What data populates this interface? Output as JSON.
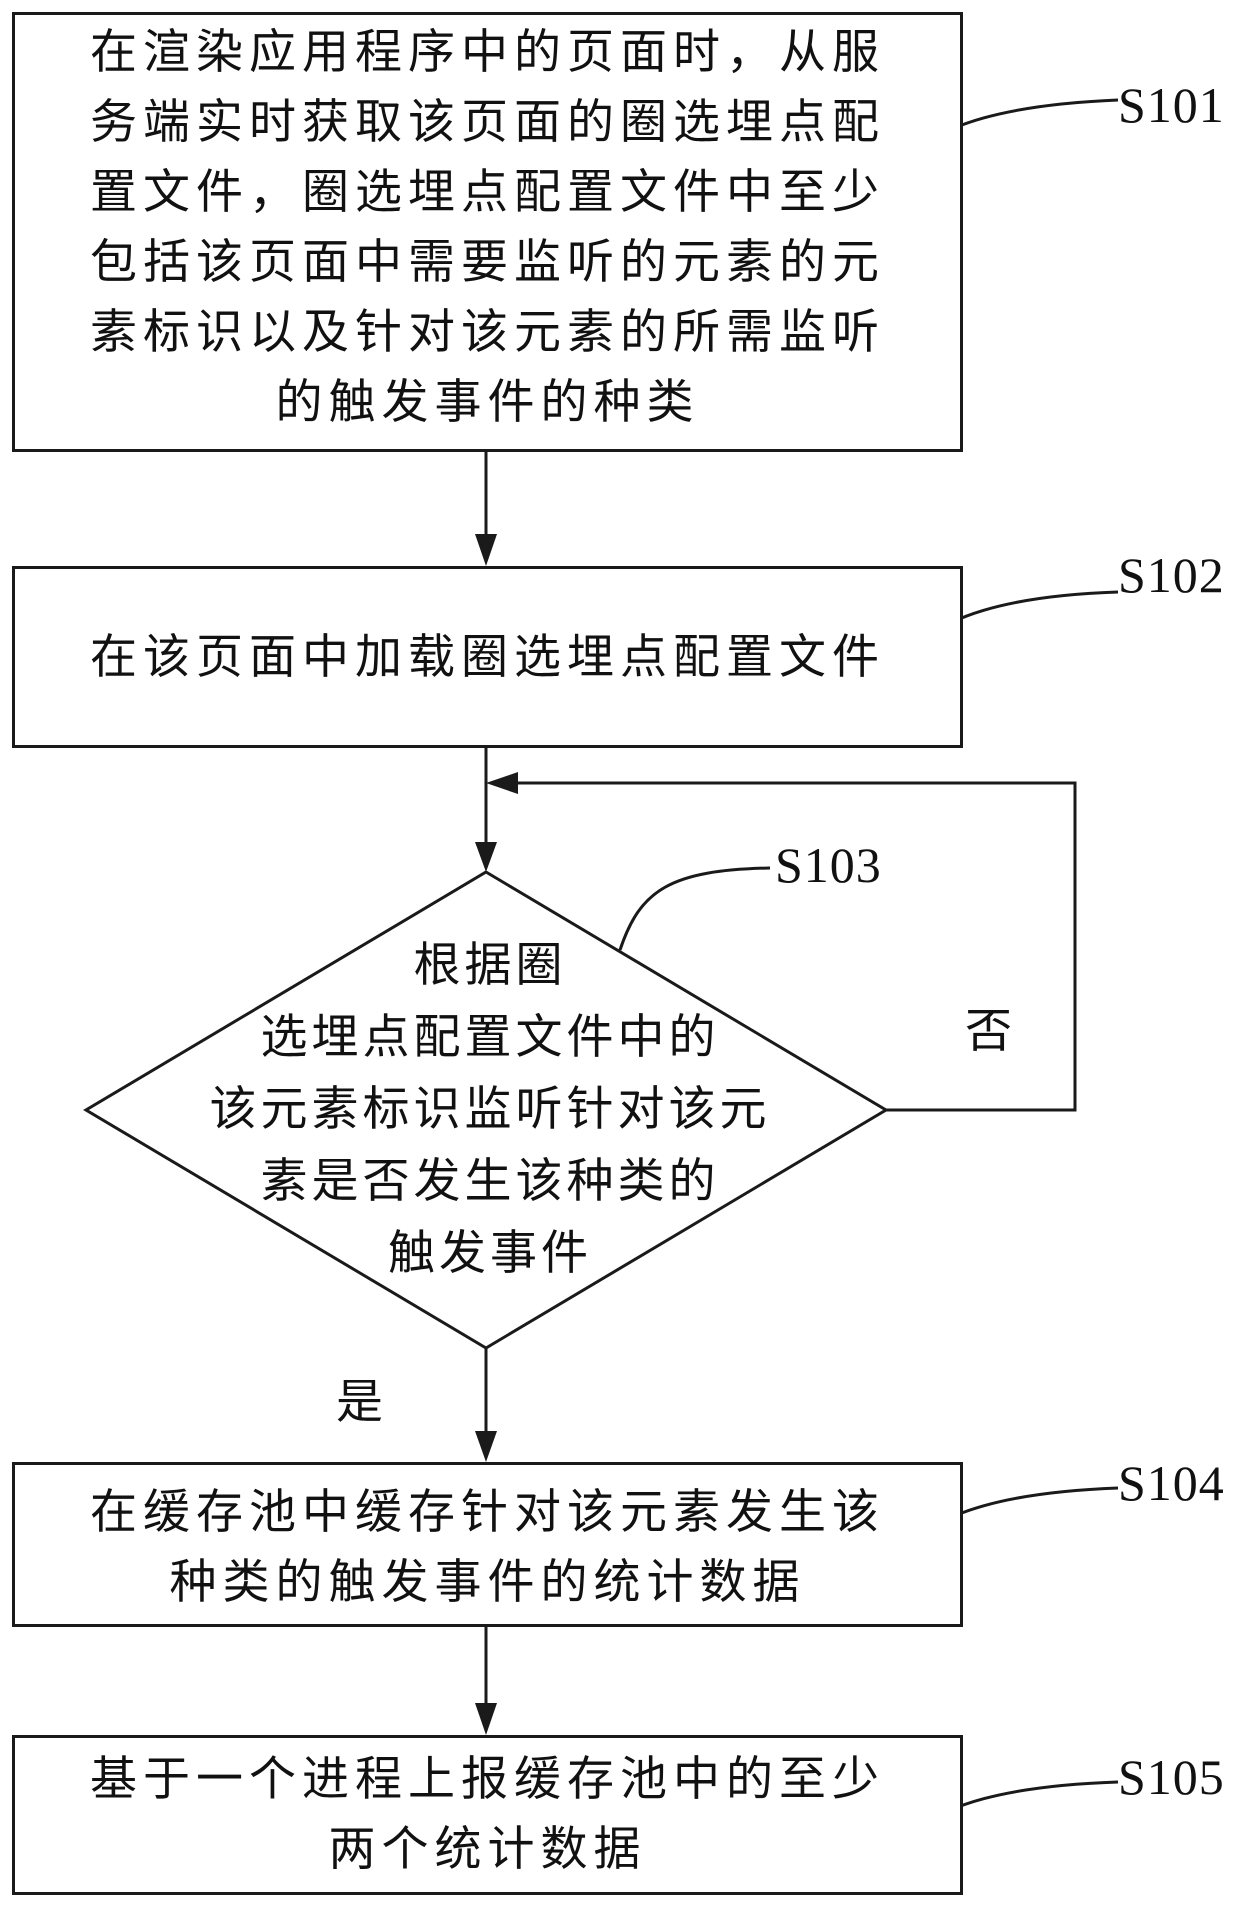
{
  "steps": [
    {
      "id": "S101",
      "lines": [
        "在渲染应用程序中的页面时，从服",
        "务端实时获取该页面的圈选埋点配",
        "置文件，圈选埋点配置文件中至少",
        "包括该页面中需要监听的元素的元",
        "素标识以及针对该元素的所需监听",
        "的触发事件的种类"
      ]
    },
    {
      "id": "S102",
      "lines": [
        "在该页面中加载圈选埋点配置文件"
      ]
    },
    {
      "id": "S103",
      "lines": [
        "根据圈",
        "选埋点配置文件中的",
        "该元素标识监听针对该元",
        "素是否发生该种类的",
        "触发事件"
      ]
    },
    {
      "id": "S104",
      "lines": [
        "在缓存池中缓存针对该元素发生该",
        "种类的触发事件的统计数据"
      ]
    },
    {
      "id": "S105",
      "lines": [
        "基于一个进程上报缓存池中的至少",
        "两个统计数据"
      ]
    }
  ],
  "branches": {
    "no": "否",
    "yes": "是"
  }
}
